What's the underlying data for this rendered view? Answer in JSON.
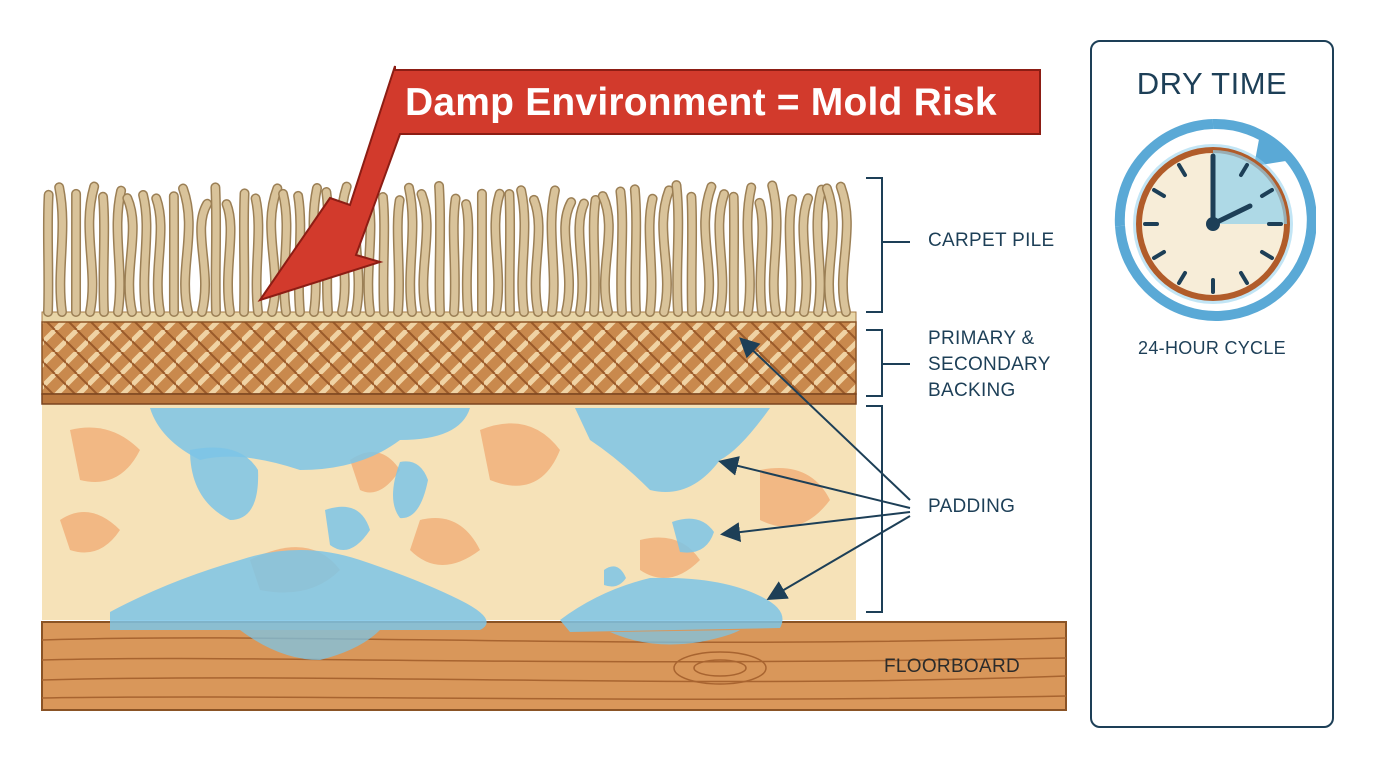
{
  "banner": {
    "text": "Damp Environment = Mold Risk",
    "color": "#d23a2c"
  },
  "layers": {
    "carpet_pile": "CARPET PILE",
    "backing_line1": "PRIMARY &",
    "backing_line2": "SECONDARY",
    "backing_line3": "BACKING",
    "padding": "PADDING",
    "floorboard": "FLOORBOARD"
  },
  "dry_time_panel": {
    "title": "DRY TIME",
    "caption": "24-HOUR CYCLE",
    "clock_icon": "clock-icon"
  },
  "colors": {
    "fiber": "#d9c39a",
    "backing": "#b9763d",
    "padding_base": "#f6e2b8",
    "padding_spot": "#f2b884",
    "water": "#7cc4e6",
    "floorboard": "#d9975a",
    "label_text": "#1d3f57",
    "arrow_red": "#d23a2c"
  }
}
